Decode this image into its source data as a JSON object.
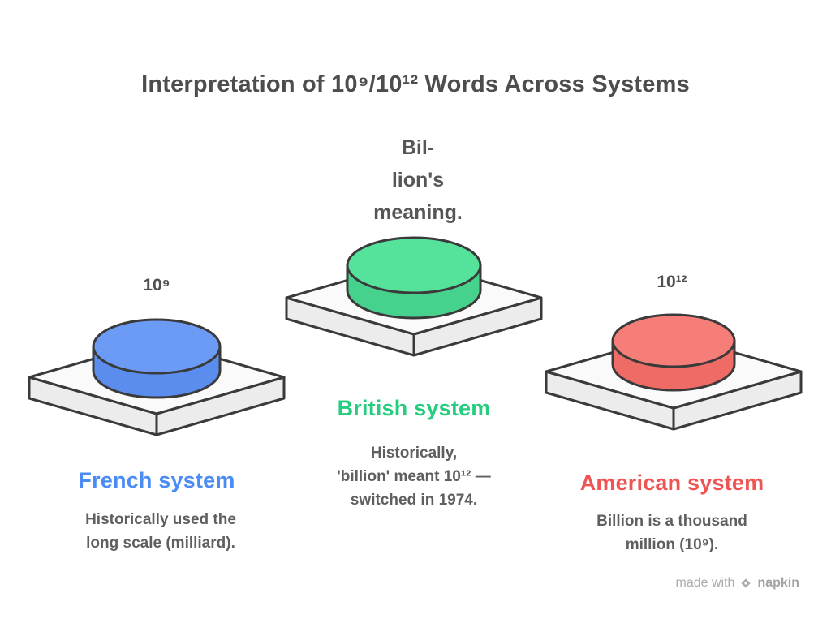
{
  "title": "Interpretation of 10⁹/10¹² Words Across Systems",
  "center_label": {
    "lines": [
      "Bil-",
      "lion's",
      "meaning."
    ]
  },
  "colors": {
    "outline": "#3a3a3a",
    "slab_top": "#fafafa",
    "slab_side": "#ececec",
    "title_text": "#4d4d4d",
    "desc_text": "#5f5f5f",
    "watermark": "#aaaaaa"
  },
  "platforms": [
    {
      "id": "french",
      "label": "French system",
      "label_color": "#4b8bf4",
      "disc_top_color": "#6b9bf4",
      "disc_side_color": "#5b8def",
      "top_label": "10⁹",
      "desc_lines": [
        "Historically used the",
        "long scale (milliard)."
      ]
    },
    {
      "id": "british",
      "label": "British system",
      "label_color": "#27cd7f",
      "disc_top_color": "#55e29b",
      "disc_side_color": "#46d28c",
      "top_label": "",
      "desc_lines": [
        "Historically,",
        "'billion' meant 10¹² —",
        "switched in 1974."
      ]
    },
    {
      "id": "american",
      "label": "American system",
      "label_color": "#f05452",
      "disc_top_color": "#f67e78",
      "disc_side_color": "#ef6b66",
      "top_label": "10¹²",
      "desc_lines": [
        "Billion is a thousand",
        "million (10⁹)."
      ]
    }
  ],
  "watermark": {
    "left_text": "made with",
    "right_text": "napkin"
  }
}
